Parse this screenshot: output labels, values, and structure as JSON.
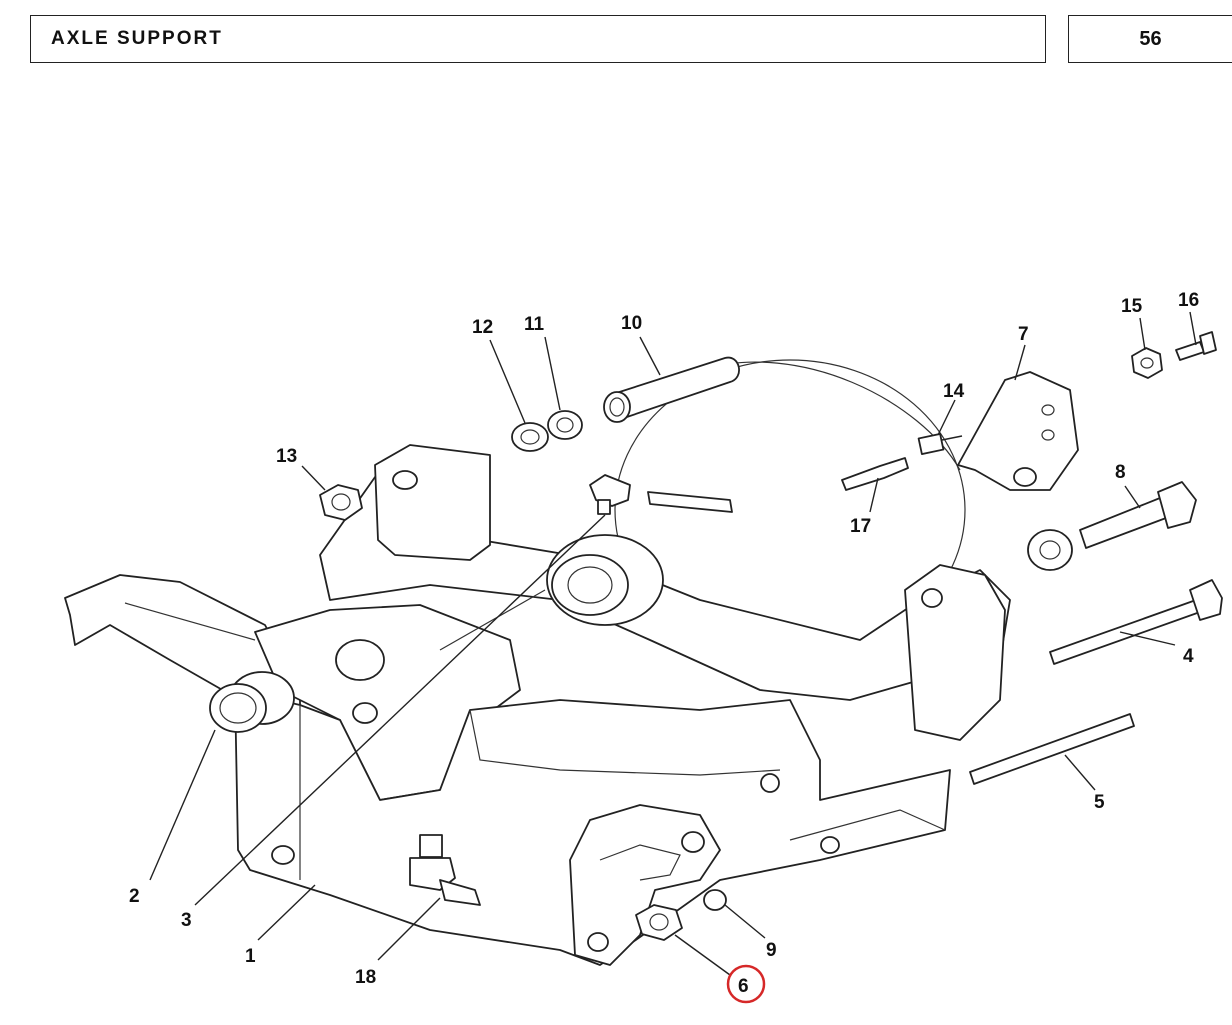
{
  "header": {
    "title": "AXLE  SUPPORT",
    "page_number": "56"
  },
  "labels": {
    "l1": "1",
    "l2": "2",
    "l3": "3",
    "l4": "4",
    "l5": "5",
    "l6": "6",
    "l7": "7",
    "l8": "8",
    "l9": "9",
    "l10": "10",
    "l11": "11",
    "l12": "12",
    "l13": "13",
    "l14": "14",
    "l15": "15",
    "l16": "16",
    "l17": "17",
    "l18": "18"
  },
  "highlight": {
    "label": "6",
    "color": "#d62828"
  }
}
